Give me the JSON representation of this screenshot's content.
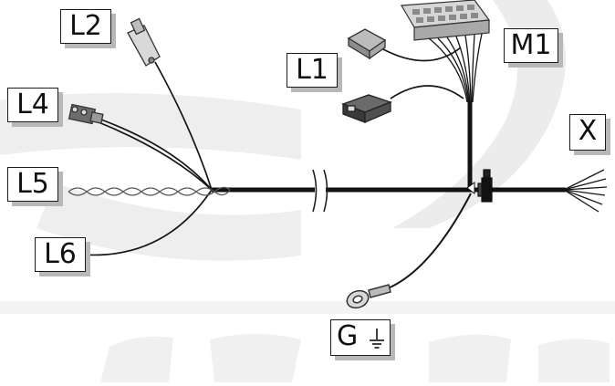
{
  "labels": {
    "L1": "L1",
    "L2": "L2",
    "L4": "L4",
    "L5": "L5",
    "L6": "L6",
    "M1": "M1",
    "X": "X",
    "G": "G"
  },
  "colors": {
    "wire": "#161616",
    "harness": "#111111",
    "watermark": "#ececec",
    "connector_grey": "#9a9a9a",
    "connector_dark": "#3a3a3a",
    "label_shadow": "#b8b8b8"
  }
}
